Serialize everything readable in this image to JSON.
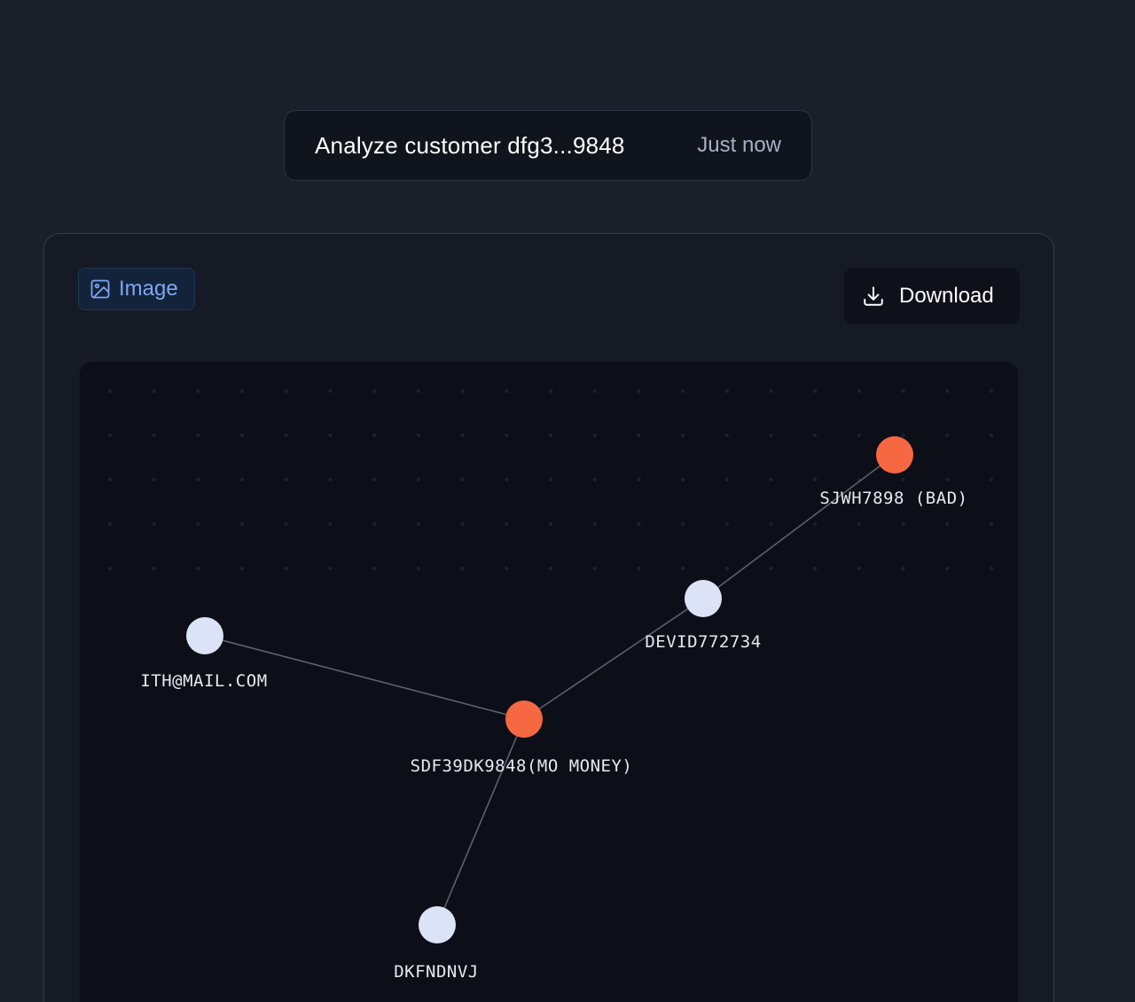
{
  "message": {
    "title": "Analyze customer dfg3...9848",
    "time": "Just now"
  },
  "toolbar": {
    "image_tab_label": "Image",
    "download_label": "Download"
  },
  "graph": {
    "colors": {
      "risky": "#f56842",
      "normal": "#dde3f6",
      "edge": "#5b6170"
    },
    "nodes": [
      {
        "id": "sjwh",
        "label": "SJWH7898 (BAD)",
        "status": "risky"
      },
      {
        "id": "devid",
        "label": "DEVID772734",
        "status": "normal"
      },
      {
        "id": "mail",
        "label": "ITH@MAIL.COM",
        "status": "normal"
      },
      {
        "id": "sdf",
        "label": "SDF39DK9848(MO MONEY)",
        "status": "risky"
      },
      {
        "id": "dkf",
        "label": "DKFNDNVJ",
        "status": "normal"
      }
    ],
    "edges": [
      [
        "sjwh",
        "devid"
      ],
      [
        "devid",
        "sdf"
      ],
      [
        "mail",
        "sdf"
      ],
      [
        "sdf",
        "dkf"
      ]
    ]
  }
}
